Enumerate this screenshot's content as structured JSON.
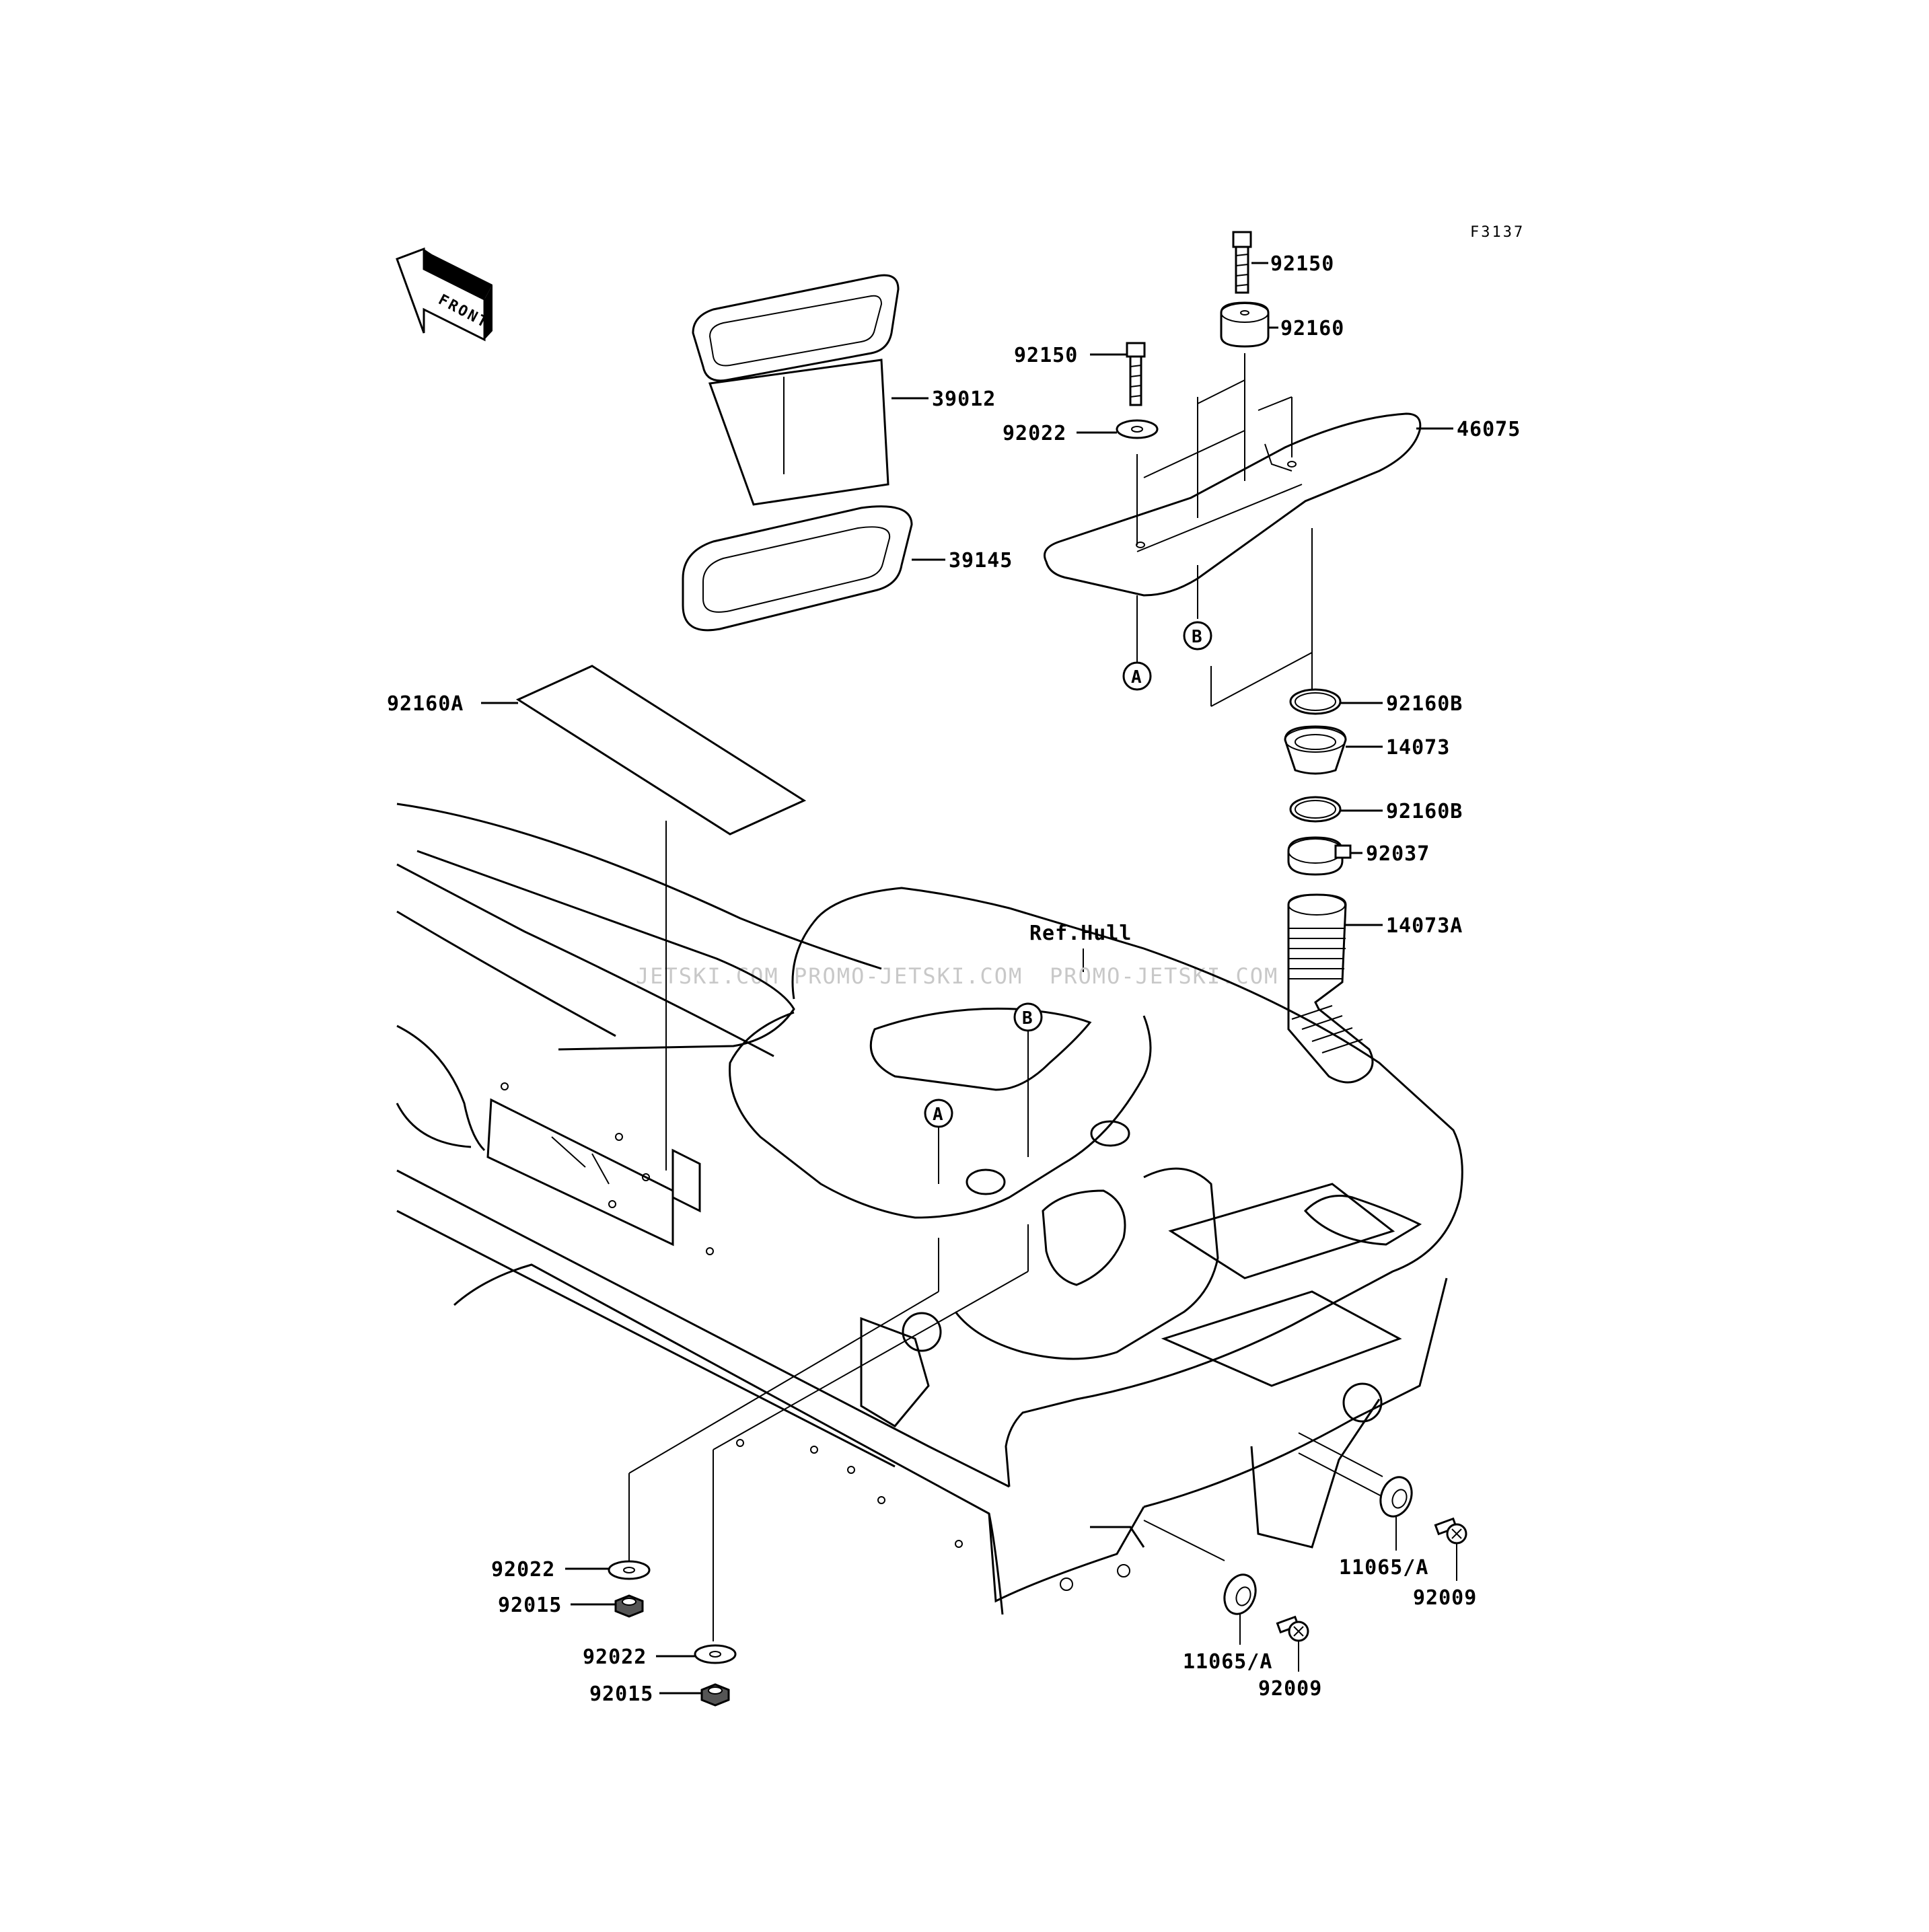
{
  "diagram": {
    "figure_code": "F3137",
    "front_label": "FRONT",
    "reference_label": "Ref.Hull",
    "watermarks": [
      "JETSKI.COM",
      "PROMO-JETSKI.COM",
      "PROMO-JETSKI.COM"
    ],
    "reference_markers": [
      "A",
      "B"
    ],
    "parts": [
      {
        "id": "p39012",
        "number": "39012"
      },
      {
        "id": "p39145",
        "number": "39145"
      },
      {
        "id": "p92160A",
        "number": "92160A"
      },
      {
        "id": "p92150a",
        "number": "92150"
      },
      {
        "id": "p92160",
        "number": "92160"
      },
      {
        "id": "p92150b",
        "number": "92150"
      },
      {
        "id": "p92022a",
        "number": "92022"
      },
      {
        "id": "p46075",
        "number": "46075"
      },
      {
        "id": "p92160Ba",
        "number": "92160B"
      },
      {
        "id": "p14073",
        "number": "14073"
      },
      {
        "id": "p92160Bb",
        "number": "92160B"
      },
      {
        "id": "p92037",
        "number": "92037"
      },
      {
        "id": "p14073A",
        "number": "14073A"
      },
      {
        "id": "p92022b",
        "number": "92022"
      },
      {
        "id": "p92015a",
        "number": "92015"
      },
      {
        "id": "p92022c",
        "number": "92022"
      },
      {
        "id": "p92015b",
        "number": "92015"
      },
      {
        "id": "p11065a",
        "number": "11065/A"
      },
      {
        "id": "p92009a",
        "number": "92009"
      },
      {
        "id": "p11065b",
        "number": "11065/A"
      },
      {
        "id": "p92009b",
        "number": "92009"
      }
    ]
  }
}
